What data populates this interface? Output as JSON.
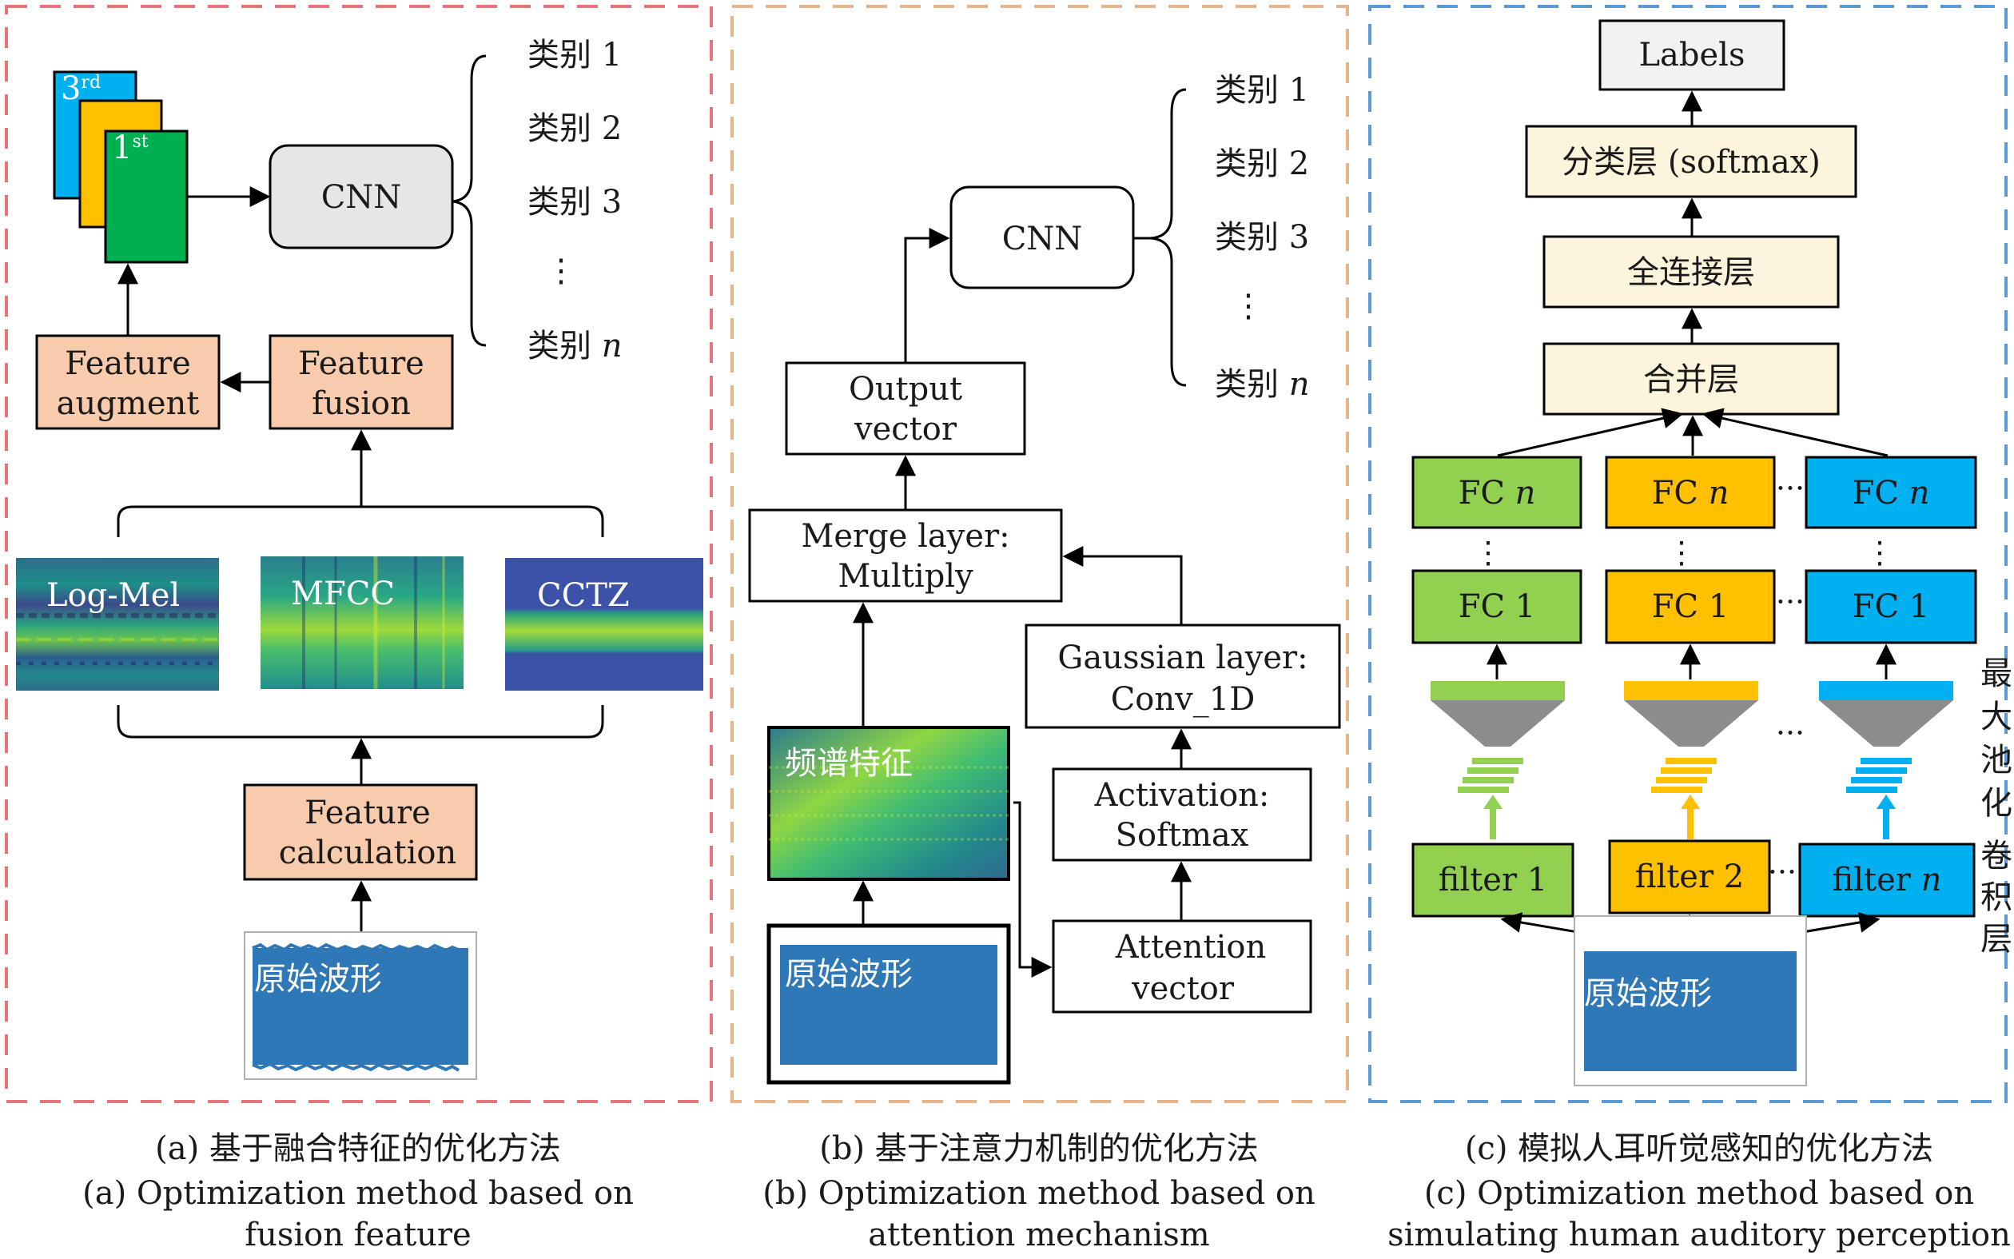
{
  "panel_a": {
    "layers": {
      "first": "1",
      "first_sup": "st",
      "third": "3",
      "third_sup": "rd"
    },
    "cnn": "CNN",
    "classes": [
      "类别 1",
      "类别 2",
      "类别 3",
      "类别 "
    ],
    "class_n": "n",
    "vdots": "⋮",
    "feature_augment": [
      "Feature",
      "augment"
    ],
    "feature_fusion": [
      "Feature",
      "fusion"
    ],
    "spectrograms": [
      "Log-Mel",
      "MFCC",
      "CCTZ"
    ],
    "feature_calculation": [
      "Feature",
      "calculation"
    ],
    "waveform": "原始波形",
    "caption_cn": "(a) 基于融合特征的优化方法",
    "caption_en": [
      "(a) Optimization method based on",
      "fusion feature"
    ]
  },
  "panel_b": {
    "cnn": "CNN",
    "classes": [
      "类别 1",
      "类别 2",
      "类别 3",
      "类别 "
    ],
    "class_n": "n",
    "vdots": "⋮",
    "output_vector": [
      "Output",
      "vector"
    ],
    "merge_layer": [
      "Merge layer:",
      "Multiply"
    ],
    "gaussian_layer": [
      "Gaussian layer:",
      "Conv_1D"
    ],
    "activation": [
      "Activation:",
      "Softmax"
    ],
    "attention_vector": [
      "Attention",
      "vector"
    ],
    "spectrum": "频谱特征",
    "waveform": "原始波形",
    "caption_cn": "(b) 基于注意力机制的优化方法",
    "caption_en": [
      "(b) Optimization method based on",
      "attention mechanism"
    ]
  },
  "panel_c": {
    "labels": "Labels",
    "softmax_layer": "分类层 (softmax)",
    "fc_layer": "全连接层",
    "merge_layer": "合并层",
    "fc_n": "FC ",
    "fc_1": "FC 1",
    "n": "n",
    "filters": [
      "filter 1",
      "filter 2",
      "filter "
    ],
    "hdots": "···",
    "vdots": "⋮",
    "side_label": [
      "最",
      "大",
      "池",
      "化",
      "卷",
      "积",
      "层"
    ],
    "waveform": "原始波形",
    "caption_cn": "(c) 模拟人耳听觉感知的优化方法",
    "caption_en": [
      "(c) Optimization method based on",
      "simulating human auditory perception"
    ],
    "colors": {
      "green": "#92d050",
      "yellow": "#ffc000",
      "blue": "#00b0f0",
      "cream": "#fdf4dc"
    }
  },
  "colors": {
    "panel_a_border": "#e8747c",
    "panel_b_border": "#e9b48a",
    "panel_c_border": "#5b9bd5",
    "salmon": "#f8cbad",
    "waveform": "#2e78b7"
  }
}
